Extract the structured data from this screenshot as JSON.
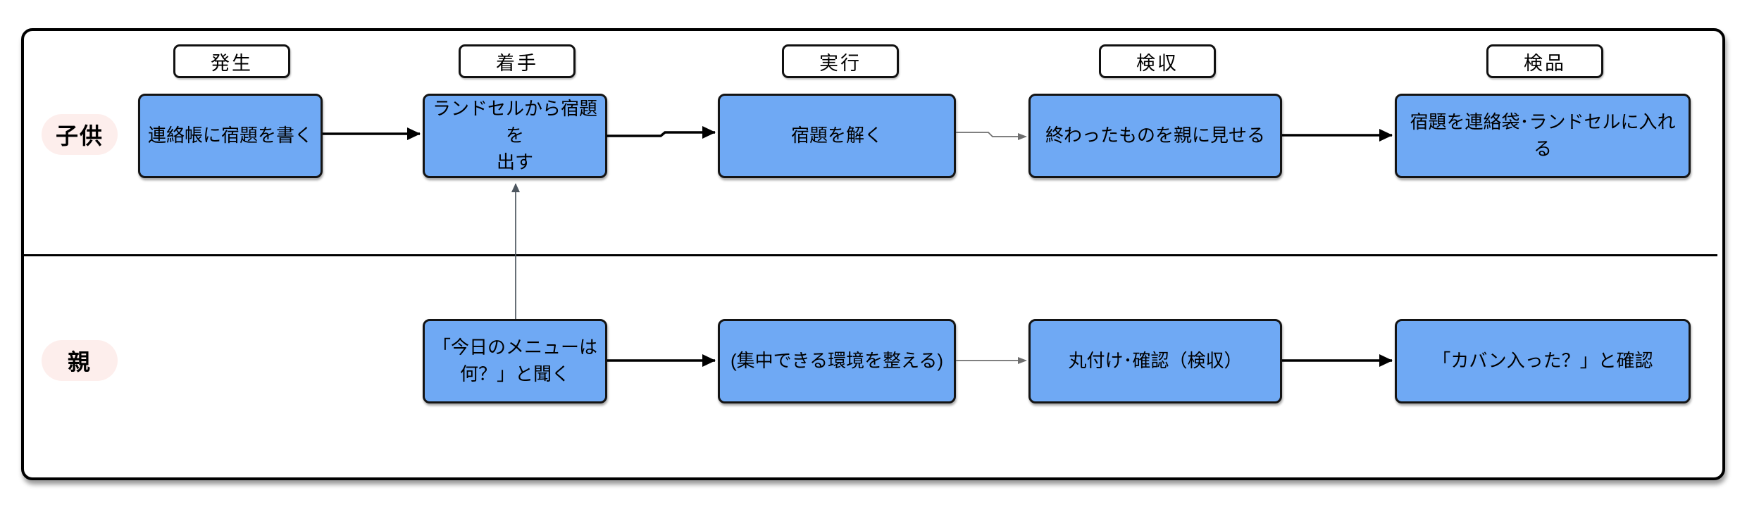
{
  "colors": {
    "node_fill": "#6FA9F4",
    "node_border": "#141414",
    "lane_label_bg": "#FDEEEC",
    "arrow_black": "#000000",
    "arrow_gray": "#6E6E6E",
    "connector_dark": "#4D565F",
    "frame_border": "#000000",
    "text_color": "#000000"
  },
  "phases": [
    {
      "label": "発生"
    },
    {
      "label": "着手"
    },
    {
      "label": "実行"
    },
    {
      "label": "検収"
    },
    {
      "label": "検品"
    }
  ],
  "lanes": {
    "child": {
      "label": "子供"
    },
    "parent": {
      "label": "親"
    }
  },
  "boxes": {
    "child": [
      {
        "text": "連絡帳に宿題を書く"
      },
      {
        "text": "ランドセルから宿題を\n出す"
      },
      {
        "text": "宿題を解く"
      },
      {
        "text": "終わったものを親に見せる"
      },
      {
        "text": "宿題を連絡袋･ランドセルに入れる"
      }
    ],
    "parent": [
      {
        "text": "「今日のメニューは\n何？」と聞く"
      },
      {
        "text": "(集中できる環境を整える)"
      },
      {
        "text": "丸付け･確認（検収）"
      },
      {
        "text": "「カバン入った？」と確認"
      }
    ]
  }
}
